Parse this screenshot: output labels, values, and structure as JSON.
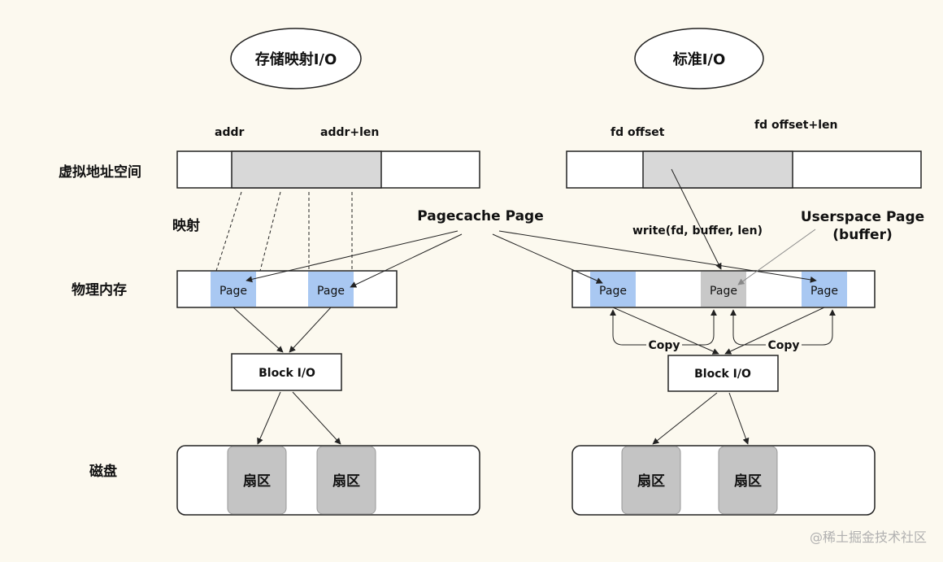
{
  "left": {
    "title": "存储映射I/O",
    "addr_label": "addr",
    "addr_len_label": "addr+len",
    "mapping_label": "映射",
    "page_labels": [
      "Page",
      "Page"
    ],
    "block_io": "Block I/O",
    "sector_labels": [
      "扇区",
      "扇区"
    ]
  },
  "right": {
    "title": "标准I/O",
    "fd_offset_label": "fd offset",
    "fd_offset_len_label": "fd offset+len",
    "write_call_label": "write(fd, buffer, len)",
    "userspace_page_label_line1": "Userspace Page",
    "userspace_page_label_line2": "(buffer)",
    "page_labels": [
      "Page",
      "Page",
      "Page"
    ],
    "copy_labels": [
      "Copy",
      "Copy"
    ],
    "block_io": "Block I/O",
    "sector_labels": [
      "扇区",
      "扇区"
    ]
  },
  "row_labels": {
    "virtual_address_space": "虚拟地址空间",
    "physical_memory": "物理内存",
    "disk": "磁盘"
  },
  "center": {
    "pagecache_page_label": "Pagecache Page"
  },
  "watermark": "@稀土掘金技术社区",
  "colors": {
    "background": "#fcf9ef",
    "pagecache_page": "#a9c8f2",
    "userspace_page": "#c8c8c8",
    "mapped_region": "#d8d8d8",
    "sector": "#c4c4c4"
  }
}
